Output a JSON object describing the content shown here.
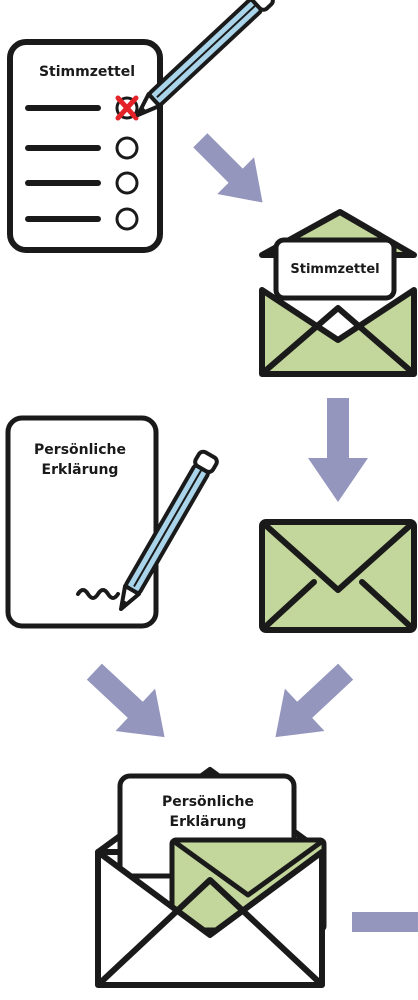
{
  "ballot": {
    "title": "Stimmzettel",
    "rows": 4,
    "checked_row": 1
  },
  "ballot_envelope": {
    "label": "Stimmzettel"
  },
  "declaration": {
    "title_line1": "Persönliche",
    "title_line2": "Erklärung"
  },
  "final_envelope": {
    "label_line1": "Persönliche",
    "label_line2": "Erklärung"
  },
  "colors": {
    "outline": "#1a1a1a",
    "envelope_green": "#c3d69b",
    "arrow": "#9496bd",
    "pencil_body": "#a9d4ea",
    "check_red": "#e42228",
    "paper": "#ffffff"
  }
}
